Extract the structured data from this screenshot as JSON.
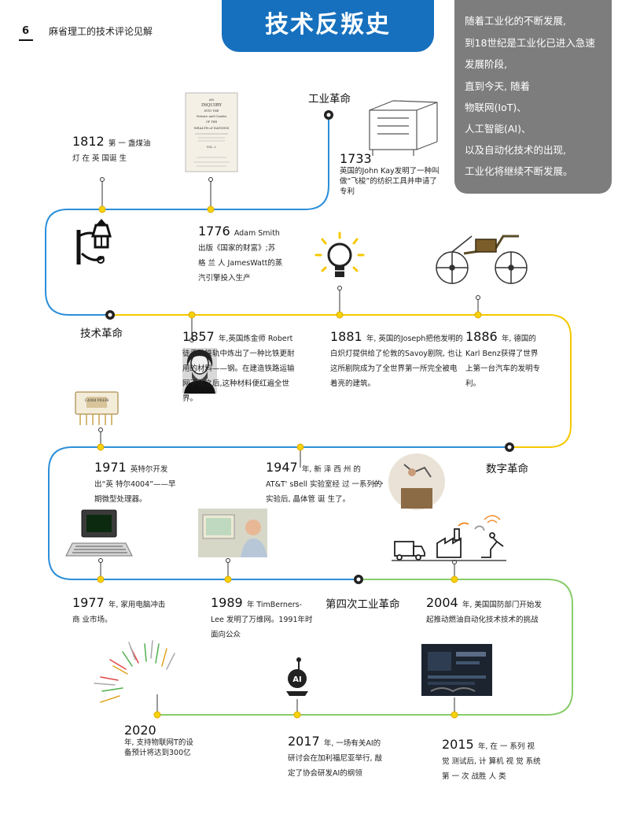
{
  "header": {
    "page_number": "6",
    "publication": "麻省理工的技术评论见解",
    "title": "技术反叛史"
  },
  "intro": {
    "lines": [
      "随着工业化的不断发展,",
      "到18世纪是工业化已进入急速",
      "发展阶段,",
      "直到今天, 随着",
      "物联网(IoT)、",
      "人工智能(AI)、",
      "以及自动化技术的出现,",
      "工业化将继续不断发展。"
    ]
  },
  "eras": {
    "industrial": "工业革命",
    "technical": "技术革命",
    "digital": "数字革命",
    "fourth": "第四次工业革命"
  },
  "events": {
    "e1812": {
      "year": "1812",
      "text": "第 一 盏煤油 灯 在 英 国诞 生"
    },
    "e1733": {
      "year": "1733",
      "text": "英国的John Kay发明了一种叫做“飞梭”的纺织工具并申请了专利"
    },
    "e1776": {
      "year": "1776",
      "text": "Adam Smith 出版《国家的财富》;苏 格 兰 人 JamesWatt的蒸汽引擎投入生产"
    },
    "e1857": {
      "year": "1857",
      "text": "年,英国炼金师 Robert 徒手从铁轨中炼出了一种比铁更耐用的材料——钢。在建造铁路运输网不久之后,这种材料便红遍全世界。"
    },
    "e1881": {
      "year": "1881",
      "text": "年, 英国的Joseph把他发明的白炽灯提供给了伦敦的Savoy剧院, 也让这所剧院成为了全世界第一所完全被电着亮的建筑。"
    },
    "e1886": {
      "year": "1886",
      "text": "年, 德国的Karl Benz获得了世界上第一台汽车的发明专利。"
    },
    "e1971": {
      "year": "1971",
      "text": "英特尔开发出“英 特尔4004”——早期微型处理器。"
    },
    "e1947": {
      "year": "1947",
      "text": "年, 新 泽 西 州 的 AT&T' sBell 实验室经 过 一系列的实验后, 晶体管 诞 生了。"
    },
    "e1977": {
      "year": "1977",
      "text": "年, 家用电脑冲击 商 业市场。"
    },
    "e1989": {
      "year": "1989",
      "text": "年 TimBerners-Lee 发明了万维网。1991年时面向公众"
    },
    "e2004": {
      "year": "2004",
      "text": "年, 美国国防部门开始发起推动燃油自动化技术技术的挑战"
    },
    "e2020": {
      "year": "2020",
      "text": "年, 支持物联网T的设备预计将达到300亿"
    },
    "e2017": {
      "year": "2017",
      "text": "年, 一场有关AI的研讨会在加利福尼亚举行, 敲定了协会研发AI的纲领"
    },
    "e2015": {
      "year": "2015",
      "text": "年, 在 一 系列 视 觉 测试后, 计 算机 视 觉 系统 第 一 次 战胜 人 类"
    }
  },
  "illustrations": {
    "wealth_of_nations": {
      "title_lines": [
        "AN",
        "INQUIRY",
        "INTO THE",
        "Nature and Caufes",
        "OF THE",
        "WEALTH of NATIONS"
      ],
      "volume": "VOL. I."
    },
    "ai_badge": "AI",
    "chip_label": "C4004 P0339"
  },
  "colors": {
    "banner": "#1670be",
    "intro_box": "#7d7d7d",
    "line_blue": "#2b8fd9",
    "line_yellow": "#f5c800",
    "line_green": "#88cc6a",
    "node_yellow": "#f5d20a"
  }
}
